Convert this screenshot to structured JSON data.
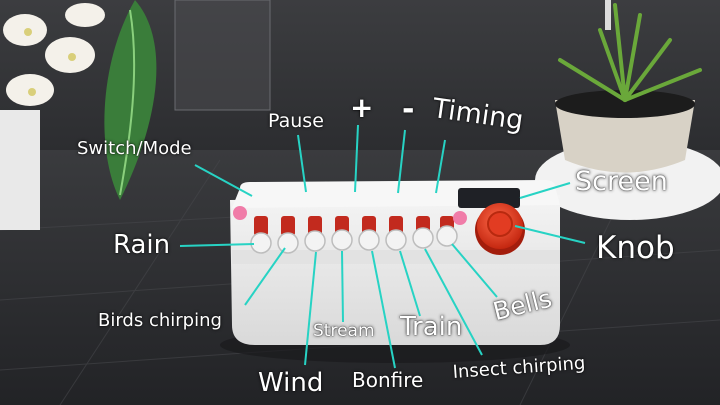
{
  "annotations": {
    "switch_mode": "Switch/Mode",
    "pause": "Pause",
    "plus": "+",
    "minus": "-",
    "timing": "Timing",
    "screen": "Screen",
    "knob": "Knob",
    "rain": "Rain",
    "birds_chirping": "Birds chirping",
    "wind": "Wind",
    "stream": "Stream",
    "bonfire": "Bonfire",
    "train": "Train",
    "insect_chirping": "Insect chirping",
    "bells": "Bells"
  },
  "colors": {
    "callout_line": "#27d3c4",
    "label_text": "#ffffff",
    "device_body": "#ececec",
    "knob": "#e8341c",
    "background": "#2b2c2f"
  }
}
